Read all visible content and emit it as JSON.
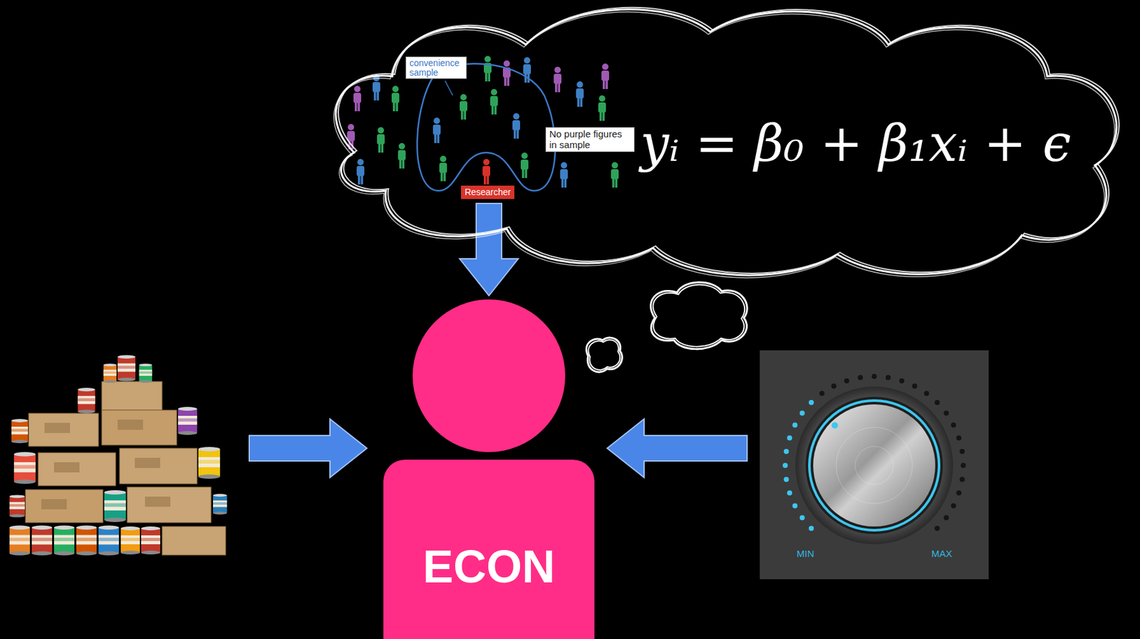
{
  "diagram": {
    "nodes": [
      {
        "text": [
          "yᵢ = β₀ + β₁xᵢ + ϵ"
        ]
      },
      {
        "text": [
          "convenience sample"
        ],
        "in": 0
      },
      {
        "text": [
          "No purple figures in sample"
        ],
        "in": 0
      },
      {
        "text": [
          "Researcher"
        ],
        "in": 0
      },
      {
        "text": [
          "ECON"
        ]
      },
      {
        "text": [
          "MIN",
          "MAX"
        ]
      }
    ],
    "edges": [
      {
        "from": 0,
        "to": 4,
        "arrow": "to"
      },
      {
        "from": 5,
        "to": 4,
        "arrow": "to"
      }
    ]
  }
}
